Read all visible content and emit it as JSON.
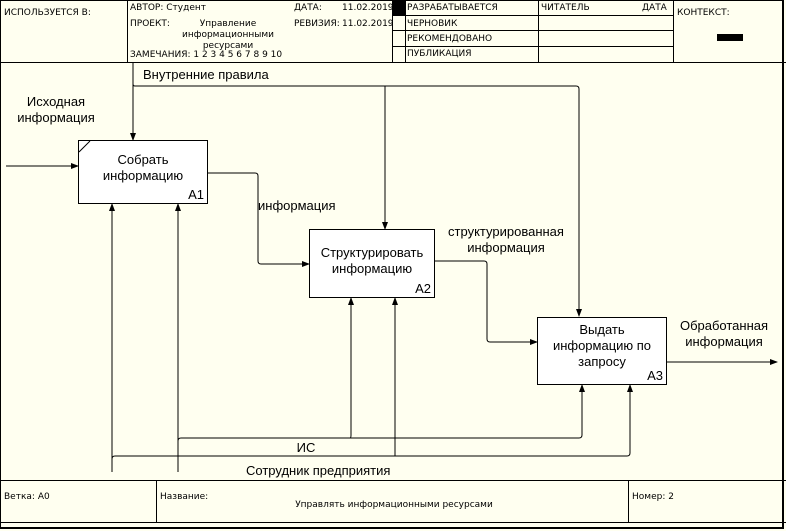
{
  "header": {
    "used_in_label": "ИСПОЛЬЗУЕТСЯ В:",
    "author_label": "АВТОР:",
    "author_value": "Студент",
    "project_label": "ПРОЕКТ:",
    "project_value_line1": "Управление",
    "project_value_line2": "информационными",
    "project_value_line3": "ресурсами",
    "notes_label": "ЗАМЕЧАНИЯ:",
    "notes_numbers": "1  2  3  4  5  6  7  8  9  10",
    "date_label": "ДАТА:",
    "date_value": "11.02.2019",
    "revision_label": "РЕВИЗИЯ:",
    "revision_value": "11.02.2019",
    "status_rows": [
      "РАЗРАБАТЫВАЕТСЯ",
      "ЧЕРНОВИК",
      "РЕКОМЕНДОВАНО",
      "ПУБЛИКАЦИЯ"
    ],
    "status_selected_index": 0,
    "reader_label": "ЧИТАТЕЛЬ",
    "reader_date_label": "ДАТА",
    "context_label": "КОНТЕКСТ:"
  },
  "diagram": {
    "boxes": [
      {
        "id": "A1",
        "line1": "Собрать",
        "line2": "информацию",
        "line3": "",
        "number": "A1"
      },
      {
        "id": "A2",
        "line1": "Структурировать",
        "line2": "информацию",
        "line3": "",
        "number": "A2"
      },
      {
        "id": "A3",
        "line1": "Выдать",
        "line2": "информацию по",
        "line3": "запросу",
        "number": "A3"
      }
    ],
    "arrows": {
      "input_line1": "Исходная",
      "input_line2": "информация",
      "control": "Внутренние правила",
      "a1_to_a2": "информация",
      "a2_to_a3_line1": "структурированная",
      "a2_to_a3_line2": "информация",
      "output_line1": "Обработанная",
      "output_line2": "информация",
      "mechanism_is": "ИС",
      "mechanism_staff": "Сотрудник предприятия"
    }
  },
  "footer": {
    "node_label": "Ветка:",
    "node_value": "A0",
    "title_label": "Название:",
    "title_value": "Управлять информационными ресурсами",
    "number_label": "Номер:",
    "number_value": "2"
  }
}
